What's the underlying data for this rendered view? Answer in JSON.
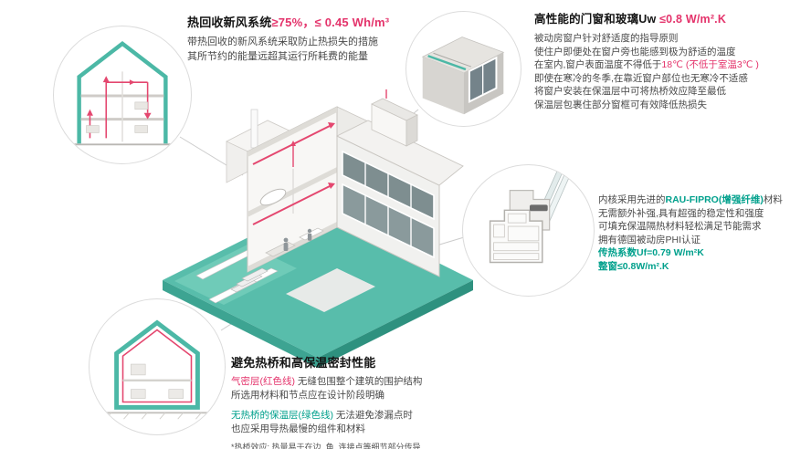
{
  "palette": {
    "teal_text": "#00A08C",
    "teal_line": "#4CB8A6",
    "magenta": "#E4336B",
    "duct_red": "#E4476F",
    "base_green": "#58BDAB",
    "body_text": "#4a4a4a"
  },
  "illustrations": {
    "center": "isometric-passive-house-cutaway",
    "top_left": "house-cross-section-ventilation",
    "top_right": "window-installation-corner-detail",
    "middle_right": "pvc-window-profile-cutaway",
    "bottom_left": "house-cross-section-insulation"
  },
  "ventilation_section": {
    "title_black": "热回收新风系统",
    "title_red": "≥75%，≤ 0.45 Wh/m³",
    "body_line1": "带热回收的新风系统采取防止热损失的措施",
    "body_line2": "其所节约的能量远超其运行所耗费的能量"
  },
  "window_section": {
    "title_black": "高性能的门窗和玻璃Uw",
    "title_red": " ≤0.8 W/m².K",
    "line1": "被动房窗户针对舒适度的指导原则",
    "line2": "使住户即便处在窗户旁也能感到极为舒适的温度",
    "line3_gray": "在室内,窗户表面温度不得低于",
    "line3_red1": "18℃",
    "line3_red2": " (不低于室温3℃ )",
    "line4": "即使在寒冷的冬季,在靠近窗户部位也无寒冷不适感",
    "line5": "将窗户安装在保温层中可将热桥效应降至最低",
    "line6": "保温层包裹住部分窗框可有效降低热损失"
  },
  "profile_section": {
    "line1_pre": "内核采用先进的",
    "line1_teal": "RAU-FIPRO(增强纤维)",
    "line1_post": "材料",
    "line2": "无需额外补强,具有超强的稳定性和强度",
    "line3": "可填充保温隔热材料轻松满足节能需求",
    "line4": "拥有德国被动房PHI认证",
    "line5": "传热系数Uf=0.79 W/m²K",
    "line6": "整窗≤0.8W/m².K"
  },
  "thermal_section": {
    "title": "避免热桥和高保温密封性能",
    "line1_red": "气密层(红色线)",
    "line1_rest": " 无缝包围整个建筑的围护结构",
    "line2": "所选用材料和节点应在设计阶段明确",
    "line3_teal": "无热桥的保温层(绿色线)",
    "line3_rest": " 无法避免渗漏点时",
    "line4": "也应采用导热最慢的组件和材料",
    "footnote": "*热桥效应: 热量易于在边, 角, 连接点等细节部分传导"
  }
}
